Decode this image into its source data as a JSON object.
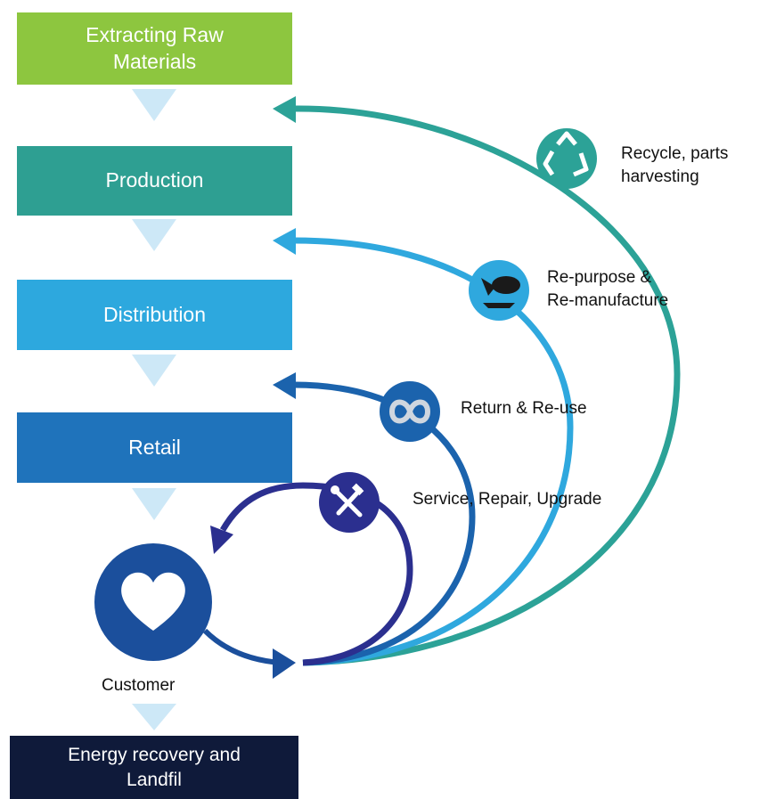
{
  "stages": {
    "raw": [
      "Extracting Raw",
      "Materials"
    ],
    "production": "Production",
    "distribution": "Distribution",
    "retail": "Retail",
    "landfill": [
      "Energy recovery and",
      "Landfil"
    ]
  },
  "loops": {
    "recycle": [
      "Recycle, parts",
      "harvesting"
    ],
    "repurpose": [
      "Re-purpose &",
      "Re-manufacture"
    ],
    "return": "Return & Re-use",
    "service": "Service, Repair, Upgrade"
  },
  "customer": "Customer",
  "icons": {
    "recycle": "recycle-icon",
    "repurpose": "factory-tools-icon",
    "return": "infinity-icon",
    "service": "wrench-hammer-icon",
    "customer": "heart-icon"
  },
  "colors": {
    "raw": "#8dc63f",
    "production": "#2e9f92",
    "distribution": "#2da8de",
    "retail": "#1f73bb",
    "landfill": "#0f1a3a",
    "service_loop": "#2b2f8f",
    "customer": "#1b4f9c"
  }
}
